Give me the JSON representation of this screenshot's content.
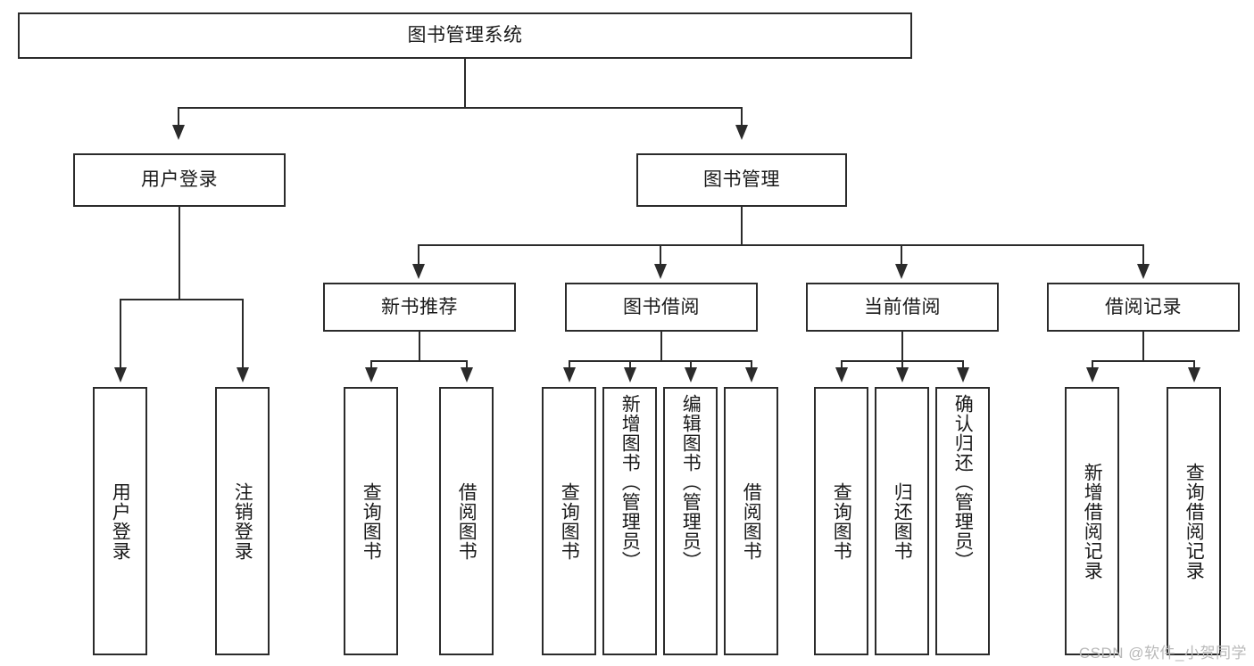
{
  "diagram": {
    "type": "tree-hierarchy",
    "title": "图书管理系统",
    "root": {
      "label": "图书管理系统"
    },
    "level2": [
      {
        "id": "user-login",
        "label": "用户登录"
      },
      {
        "id": "book-management",
        "label": "图书管理"
      }
    ],
    "level3": [
      {
        "id": "new-book-recommend",
        "label": "新书推荐"
      },
      {
        "id": "book-borrow",
        "label": "图书借阅"
      },
      {
        "id": "current-borrow",
        "label": "当前借阅"
      },
      {
        "id": "borrow-record",
        "label": "借阅记录"
      }
    ],
    "leaves": {
      "user_login": [
        {
          "id": "leaf-user-login",
          "label": "用户登录"
        },
        {
          "id": "leaf-logout",
          "label": "注销登录"
        }
      ],
      "new_book_recommend": [
        {
          "id": "leaf-query-book-1",
          "label": "查询图书"
        },
        {
          "id": "leaf-borrow-book-1",
          "label": "借阅图书"
        }
      ],
      "book_borrow": [
        {
          "id": "leaf-query-book-2",
          "label": "查询图书"
        },
        {
          "id": "leaf-add-book",
          "label": "新增图书（管理员）"
        },
        {
          "id": "leaf-edit-book",
          "label": "编辑图书（管理员）"
        },
        {
          "id": "leaf-borrow-book-2",
          "label": "借阅图书"
        }
      ],
      "current_borrow": [
        {
          "id": "leaf-query-book-3",
          "label": "查询图书"
        },
        {
          "id": "leaf-return-book",
          "label": "归还图书"
        },
        {
          "id": "leaf-confirm-return",
          "label": "确认归还（管理员）"
        }
      ],
      "borrow_record": [
        {
          "id": "leaf-add-record",
          "label": "新增借阅记录"
        },
        {
          "id": "leaf-query-record",
          "label": "查询借阅记录"
        }
      ]
    }
  },
  "watermark": {
    "text": "CSDN @软件_小贺同学"
  },
  "colors": {
    "stroke": "#2b2b2b",
    "fill": "#ffffff",
    "text": "#1a1a1a",
    "watermark": "#b9b9b9"
  }
}
